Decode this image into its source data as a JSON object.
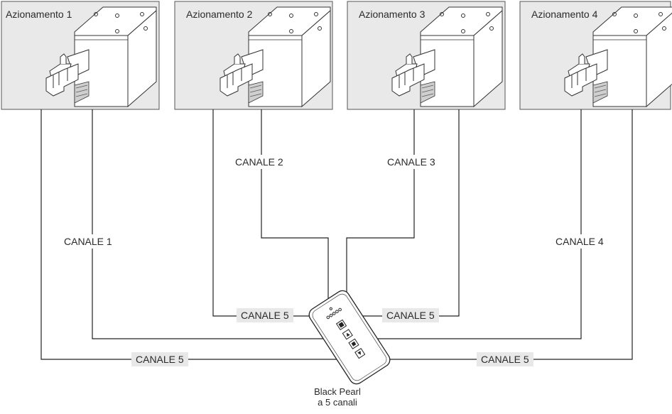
{
  "drives": [
    {
      "title": "Azionamento 1"
    },
    {
      "title": "Azionamento 2"
    },
    {
      "title": "Azionamento 3"
    },
    {
      "title": "Azionamento 4"
    }
  ],
  "channels": {
    "c1": "CANALE 1",
    "c2": "CANALE 2",
    "c3": "CANALE 3",
    "c4": "CANALE 4",
    "c5": "CANALE 5"
  },
  "remote": {
    "name_line1": "Black Pearl",
    "name_line2": "a 5 canali"
  },
  "colors": {
    "box_fill": "#e9e9e9",
    "line": "#222222",
    "label_bg": "#e8e8e8"
  }
}
